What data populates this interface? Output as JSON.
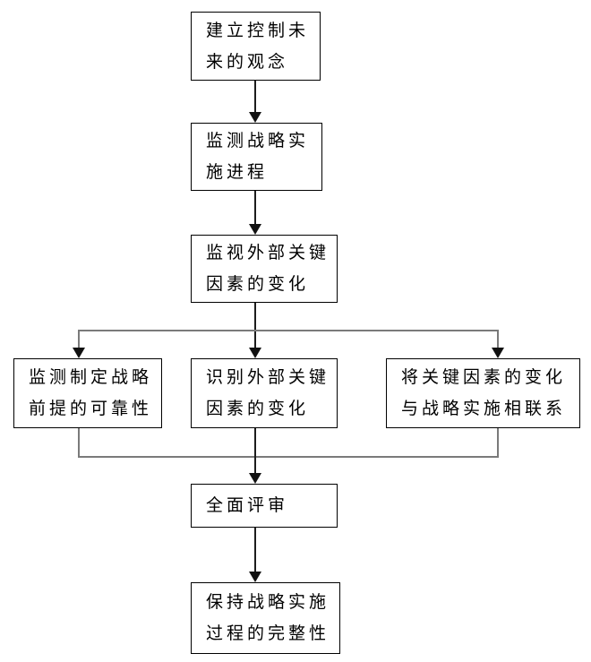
{
  "diagram": {
    "type": "flowchart",
    "background_color": "#ffffff",
    "box_border_color": "#000000",
    "text_color": "#000000",
    "arrow_color": "#111111",
    "rail_color": "#7a7a7a",
    "nodes": [
      {
        "id": "establish-control-future-concept",
        "text": "建立控制未来的观念",
        "lines": [
          "建立控制未",
          "来的观念"
        ]
      },
      {
        "id": "monitor-strategy-implementation",
        "text": "监测战略实施进程",
        "lines": [
          "监测战略实",
          "施进程"
        ]
      },
      {
        "id": "monitor-external-key-factors",
        "text": "监视外部关键因素的变化",
        "lines": [
          "监视外部关键",
          "因素的变化"
        ]
      },
      {
        "id": "monitor-premise-reliability",
        "text": "监测制定战略前提的可靠性",
        "lines": [
          "监测制定战略",
          "前提的可靠性"
        ]
      },
      {
        "id": "identify-external-key-factors",
        "text": "识别外部关键因素的变化",
        "lines": [
          "识别外部关键",
          "因素的变化"
        ]
      },
      {
        "id": "link-factor-changes-to-implementation",
        "text": "将关键因素的变化与战略实施相联系",
        "lines": [
          "将关键因素的变化",
          "与战略实施相联系"
        ]
      },
      {
        "id": "comprehensive-review",
        "text": "全面评审",
        "lines": [
          "全面评审"
        ]
      },
      {
        "id": "maintain-implementation-integrity",
        "text": "保持战略实施过程的完整性",
        "lines": [
          "保持战略实施",
          "过程的完整性"
        ]
      }
    ],
    "edges": [
      {
        "from": "establish-control-future-concept",
        "to": "monitor-strategy-implementation"
      },
      {
        "from": "monitor-strategy-implementation",
        "to": "monitor-external-key-factors"
      },
      {
        "from": "monitor-external-key-factors",
        "to": "monitor-premise-reliability"
      },
      {
        "from": "monitor-external-key-factors",
        "to": "identify-external-key-factors"
      },
      {
        "from": "monitor-external-key-factors",
        "to": "link-factor-changes-to-implementation"
      },
      {
        "from": "monitor-premise-reliability",
        "to": "comprehensive-review"
      },
      {
        "from": "identify-external-key-factors",
        "to": "comprehensive-review"
      },
      {
        "from": "link-factor-changes-to-implementation",
        "to": "comprehensive-review"
      },
      {
        "from": "comprehensive-review",
        "to": "maintain-implementation-integrity"
      }
    ]
  }
}
